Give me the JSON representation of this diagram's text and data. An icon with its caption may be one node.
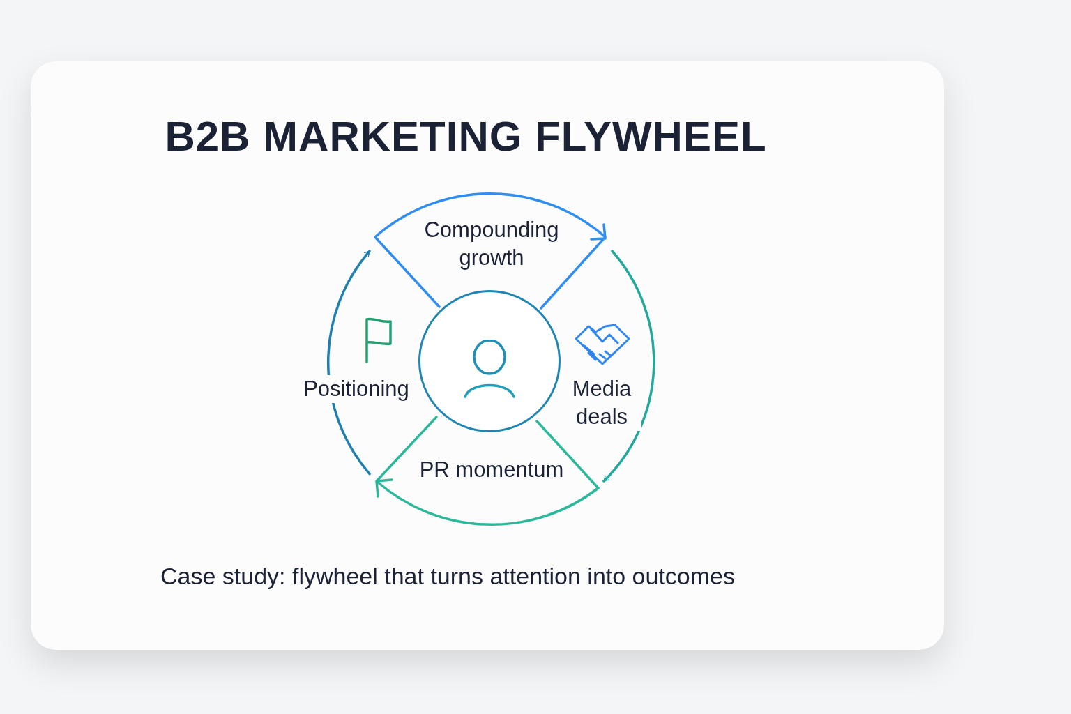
{
  "diagram": {
    "title": "B2B MARKETING FLYWHEEL",
    "nodes": [
      {
        "text": [
          "Compounding growth"
        ]
      },
      {
        "text": [
          "PR momentum"
        ]
      },
      {
        "text": [],
        "shape": "circle"
      }
    ],
    "edges": [
      {
        "from": 0,
        "to": 1,
        "arrow": "to"
      },
      {
        "from": 1,
        "to": 0,
        "arrow": "to"
      }
    ],
    "labels": [
      "Positioning",
      "Media deals"
    ],
    "caption": "Case study: flywheel that turns attention into outcomes"
  }
}
